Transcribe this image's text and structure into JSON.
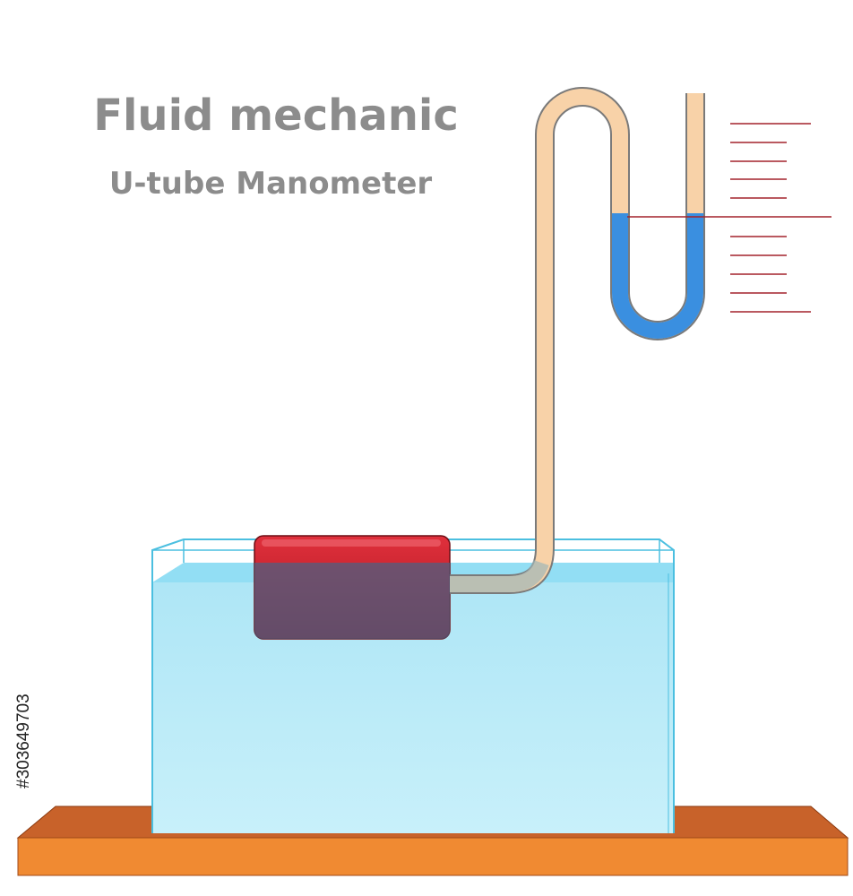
{
  "title": "Fluid mechanic",
  "subtitle": "U-tube Manometer",
  "stock_id": "#303649703",
  "colors": {
    "title": "#8c8c8c",
    "tube": "#f8d2a8",
    "tube_outline": "#8a8a8a",
    "manometer_liquid": "#3a8fe0",
    "water": "#c4eef9",
    "water_surface": "#7fd8f2",
    "tank_edge": "#4bbfe0",
    "object": "#c9232f",
    "scale_lines": "#a3222c",
    "base_top": "#c8622a",
    "base_front": "#f08a32"
  },
  "scale": {
    "lines_above_level": 5,
    "lines_below_level": 5
  }
}
